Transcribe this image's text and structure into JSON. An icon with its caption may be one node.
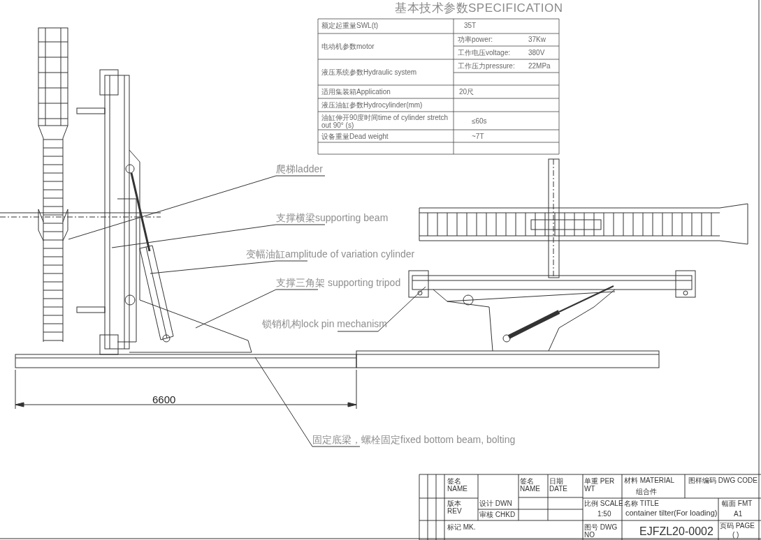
{
  "diagram": {
    "title": "基本技术参数SPECIFICATION",
    "nodes": [
      {
        "text": [
          "爬梯ladder"
        ]
      },
      {
        "text": [
          "支撑横梁supporting beam"
        ]
      },
      {
        "text": [
          "变幅油缸amplitude of variation cylinder"
        ]
      },
      {
        "text": [
          "支撑三角架 supporting tripod"
        ]
      },
      {
        "text": [
          "锁销机构lock pin mechanism"
        ]
      },
      {
        "text": [
          "固定底梁，螺栓固定fixed bottom beam, bolting"
        ]
      }
    ],
    "edges": [
      {
        "from": 0,
        "to": null,
        "arrow": "none"
      },
      {
        "from": 1,
        "to": null,
        "arrow": "none"
      },
      {
        "from": 2,
        "to": null,
        "arrow": "none"
      },
      {
        "from": 3,
        "to": null,
        "arrow": "none"
      },
      {
        "from": 4,
        "to": null,
        "arrow": "none"
      },
      {
        "from": 5,
        "to": null,
        "arrow": "none"
      }
    ],
    "labels": [
      "额定起重量SWL(t)",
      "35T",
      "电动机参数motor",
      "功率power:",
      "37Kw",
      "工作电压voltage:",
      "380V",
      "液压系统参数Hydraulic system",
      "工作压力pressure:",
      "22MPa",
      "适用集装箱Application",
      "20尺",
      "液压油缸参数Hydrocylinder(mm)",
      "油缸伸开90度时间time of cylinder stretch out 90° (s)",
      "≤60s",
      "设备重量Dead weight",
      "~7T",
      "6600",
      "签名 NAME",
      "版本 REV",
      "标记 MK.",
      "签名 NAME",
      "日期 DATE",
      "单重 PER WT",
      "材料 MATERIAL",
      "组合件",
      "图样编码 DWG CODE",
      "设计 DWN",
      "审核 CHKD",
      "比例 SCALE",
      "1:50",
      "名称 TITLE",
      "container tilter(For loading)",
      "幅面 FMT",
      "A1",
      "图号 DWG NO",
      "EJFZL20-0002",
      "页码 PAGE",
      "(   )"
    ]
  }
}
